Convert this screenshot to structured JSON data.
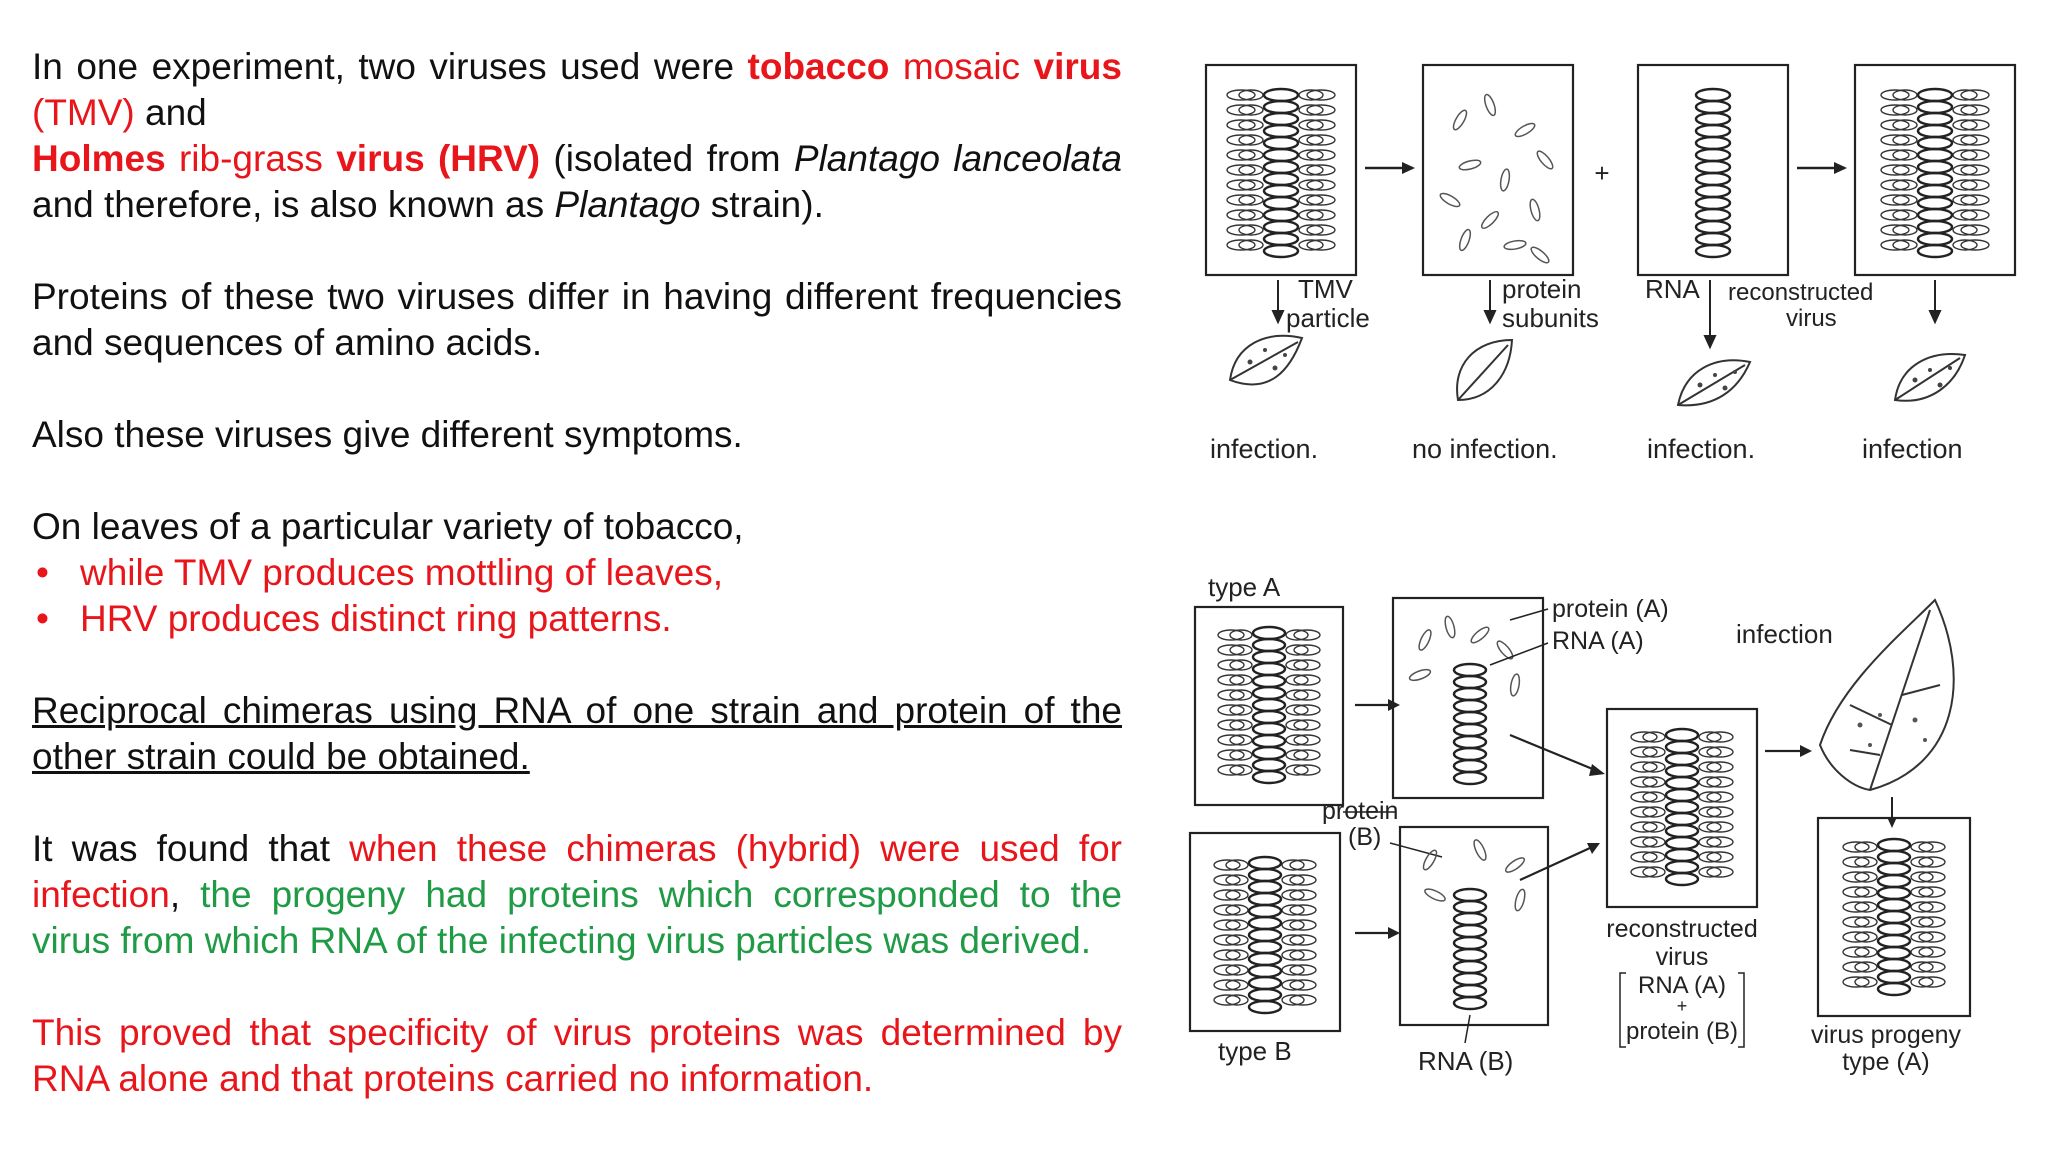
{
  "text": {
    "p1": {
      "s1": "In one experiment, two viruses used were ",
      "s2": "tobacco",
      "s3": " mosaic ",
      "s4": "virus",
      "s5": " (TMV)",
      "s6": " and",
      "s7": "Holmes",
      "s8": " rib-grass ",
      "s9": "virus (HRV)",
      "s10": " (isolated from ",
      "s11": "Plantago lanceolata",
      "s12": " and therefore, is also known as ",
      "s13": "Plantago",
      "s14": " strain)."
    },
    "p2": " Proteins of these two viruses differ in having different frequencies and sequences of amino acids.",
    "p3": "Also these viruses give different symptoms.",
    "p4": "On leaves of a particular variety of tobacco,",
    "bullets": [
      "while TMV produces mottling of leaves,",
      "HRV produces distinct ring patterns."
    ],
    "p5": "Reciprocal chimeras using RNA of one strain and protein of the other strain could be obtained.",
    "p6": {
      "s1": "It was found that ",
      "s2": "when these chimeras (hybrid) were used for infection",
      "s3": ",",
      "s4": " the progeny had proteins which corresponded to the virus from which RNA of the infecting virus particles was derived."
    },
    "p7": "This proved that specificity of virus proteins was determined by RNA alone and that proteins carried no information."
  },
  "figure1": {
    "plus": "+",
    "labels": {
      "tmv1": "TMV",
      "tmv2": "particle",
      "prot1": "protein",
      "prot2": "subunits",
      "rna": "RNA",
      "recon1": "reconstructed",
      "recon2": "virus"
    },
    "outcomes": [
      "infection.",
      "no infection.",
      "infection.",
      "infection"
    ]
  },
  "figure2": {
    "typeA": "type A",
    "typeB": "type B",
    "proteinA": "protein (A)",
    "rnaA": "RNA (A)",
    "infection": "infection",
    "proteinB1": "protein",
    "proteinB2": "(B)",
    "rnaB": "RNA (B)",
    "recon1": "reconstructed",
    "recon2": "virus",
    "mix1": "RNA (A)",
    "mixPlus": "+",
    "mix2": "protein (B)",
    "progeny1": "virus progeny",
    "progeny2": "type (A)"
  },
  "colors": {
    "red": "#e8151b",
    "green": "#1f9a45",
    "text": "#111111"
  }
}
